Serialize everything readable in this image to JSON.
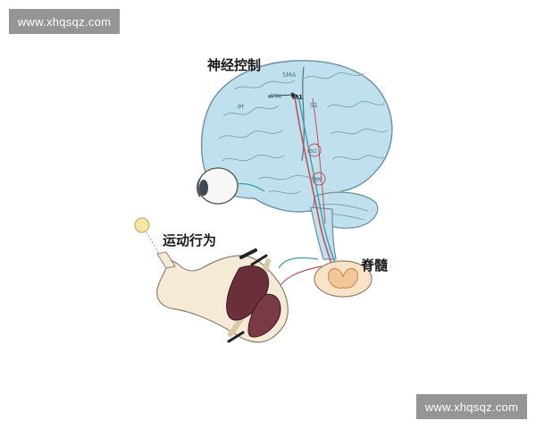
{
  "watermark": {
    "text": "www.xhqsqz.com"
  },
  "labels": {
    "neural_control": "神经控制",
    "motor_behavior": "运动行为",
    "spinal_cord": "脊髓"
  },
  "regions": {
    "sma": "SMA",
    "dpm": "dPM",
    "m1": "M1",
    "s1": "S1",
    "pf": "Pf",
    "bg": "BG",
    "rn": "RN"
  },
  "colors": {
    "brain_fill": "#bfe0ec",
    "brain_outline": "#6b8fa3",
    "pathway_red": "#c0505a",
    "pathway_teal": "#3aa0a8",
    "spinal_fill": "#f2c79a",
    "muscle": "#6a2f3a",
    "bone": "#f4ead6"
  }
}
